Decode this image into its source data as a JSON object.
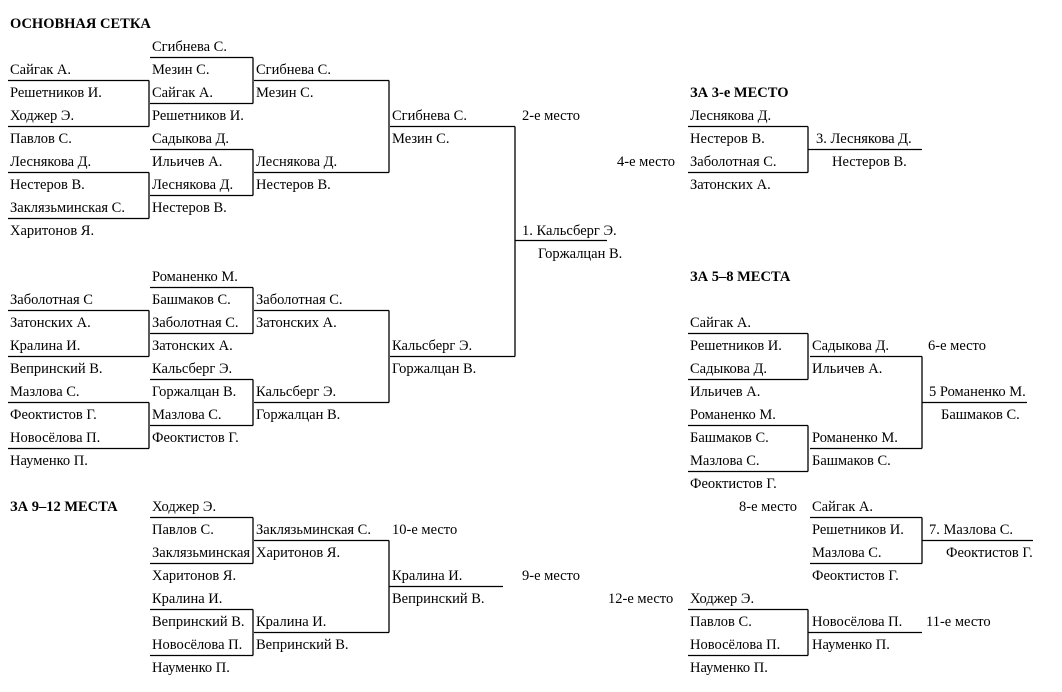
{
  "main": {
    "title": "ОСНОВНАЯ СЕТКА",
    "r1": [
      "Сайгак А.",
      "Решетников И.",
      "Ходжер Э.",
      "Павлов С.",
      "Леснякова Д.",
      "Нестеров В.",
      "Заклязьминская С.",
      "Харитонов Я.",
      "Заболотная С",
      "Затонских А.",
      "Кралина И.",
      "Вепринский В.",
      "Мазлова С.",
      "Феоктистов Г.",
      "Новосёлова П.",
      "Науменко П."
    ],
    "r2": [
      "Сгибнева С.",
      "Мезин С.",
      "Сайгак А.",
      "Решетников И.",
      "Садыкова Д.",
      "Ильичев А.",
      "Леснякова Д.",
      "Нестеров В.",
      "Романенко М.",
      "Башмаков С.",
      "Заболотная С.",
      "Затонских А.",
      "Кальсберг Э.",
      "Горжалцан В.",
      "Мазлова С.",
      "Феоктистов Г."
    ],
    "r3": [
      "Сгибнева С.",
      "Мезин С.",
      "Леснякова Д.",
      "Нестеров В.",
      "Заболотная С.",
      "Затонских А.",
      "Кальсберг Э.",
      "Горжалцан В."
    ],
    "r4": [
      "Сгибнева С.",
      "Мезин С.",
      "Кальсберг Э.",
      "Горжалцан В."
    ],
    "second_label": "2-е место",
    "champion": "1. Кальсберг Э.",
    "champion_partner": "Горжалцан В."
  },
  "third": {
    "title": "ЗА 3-е МЕСТО",
    "r1": [
      "Леснякова Д.",
      "Нестеров В.",
      "Заболотная С.",
      "Затонских А."
    ],
    "fourth_label": "4-е место",
    "winner": "3. Леснякова Д.",
    "winner_partner": "Нестеров В."
  },
  "places_5_8": {
    "title": "ЗА 5–8 МЕСТА",
    "r1": [
      "Сайгак А.",
      "Решетников И.",
      "Садыкова Д.",
      "Ильичев А.",
      "Романенко М.",
      "Башмаков С.",
      "Мазлова С.",
      "Феоктистов Г."
    ],
    "r2": [
      "Садыкова Д.",
      "Ильичев А.",
      "Романенко М.",
      "Башмаков С."
    ],
    "sixth_label": "6-е место",
    "winner": "5 Романенко М.",
    "winner_partner": "Башмаков С.",
    "eighth_label": "8-е место",
    "r7": [
      "Сайгак А.",
      "Решетников И.",
      "Мазлова С.",
      "Феоктистов Г."
    ],
    "seventh_winner": "7. Мазлова С.",
    "seventh_partner": "Феоктистов Г."
  },
  "places_9_12": {
    "title": "ЗА 9–12 МЕСТА",
    "r1": [
      "Ходжер Э.",
      "Павлов С.",
      "Заклязьминская С.",
      "Харитонов Я.",
      "Кралина И.",
      "Вепринский В.",
      "Новосёлова П.",
      "Науменко П."
    ],
    "r2": [
      "Заклязьминская С.",
      "Харитонов Я.",
      "Кралина И.",
      "Вепринский В."
    ],
    "tenth_label": "10-е место",
    "r3": [
      "Кралина И.",
      "Вепринский В."
    ],
    "ninth_label": "9-е место",
    "twelfth_label": "12-е место",
    "r11": [
      "Ходжер Э.",
      "Павлов С.",
      "Новосёлова П.",
      "Науменко П."
    ],
    "eleventh_r2": [
      "Новосёлова П.",
      "Науменко П."
    ],
    "eleventh_label": "11-е место"
  }
}
